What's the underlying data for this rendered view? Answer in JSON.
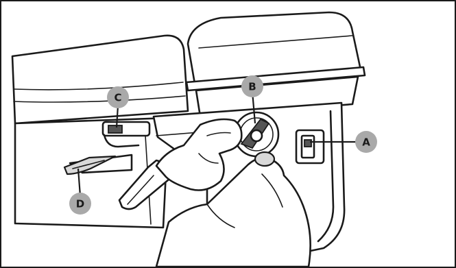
{
  "callouts": {
    "a": "A",
    "b": "B",
    "c": "C",
    "d": "D"
  },
  "colors": {
    "line": "#1a1a1a",
    "badge": "#a9a9a9",
    "shade": "#d9d9d9",
    "background": "#ffffff"
  }
}
